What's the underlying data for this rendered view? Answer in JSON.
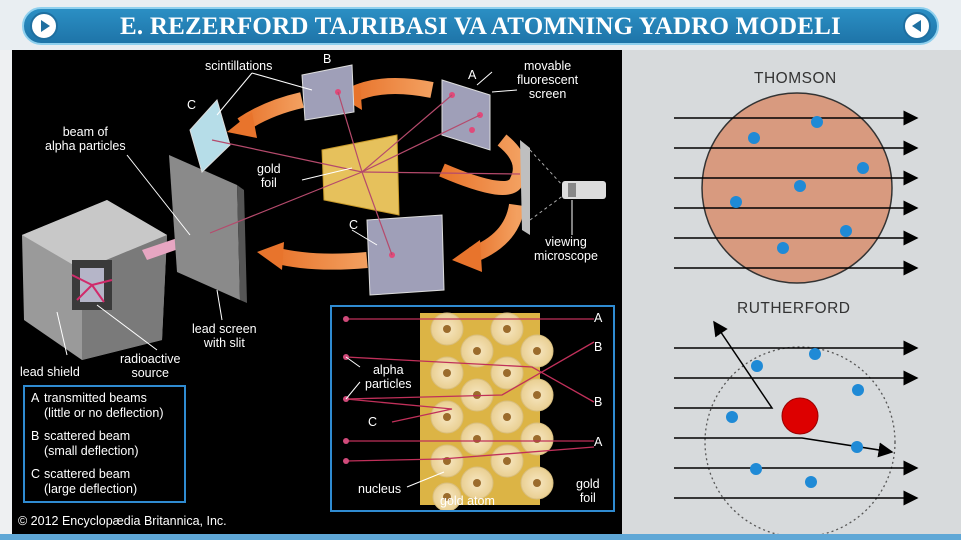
{
  "banner": {
    "title": "E. REZERFORD TAJRIBASI VA ATOMNING YADRO MODELI"
  },
  "nav": {
    "prev": "previous-slide",
    "next": "next-slide"
  },
  "figure": {
    "labels": {
      "scintillations": "scintillations",
      "screen_b": "B",
      "screen_a": "A",
      "screen_c_top": "C",
      "movable_screen": "movable\nfluorescent\nscreen",
      "beam": "beam of\nalpha particles",
      "gold_foil": "gold\nfoil",
      "screen_c_bottom": "C",
      "viewing_microscope": "viewing\nmicroscope",
      "lead_screen": "lead screen\nwith slit",
      "lead_shield": "lead shield",
      "radioactive_source": "radioactive\nsource"
    },
    "legend": [
      {
        "key": "A",
        "text": "transmitted beams\n(little or no deflection)"
      },
      {
        "key": "B",
        "text": "scattered beam\n(small deflection)"
      },
      {
        "key": "C",
        "text": "scattered beam\n(large deflection)"
      }
    ],
    "inset": {
      "alpha_particles": "alpha\nparticles",
      "nucleus": "nucleus",
      "gold_atom": "gold atom",
      "gold_foil": "gold\nfoil",
      "label_a1": "A",
      "label_b1": "B",
      "label_b2": "B",
      "label_a2": "A",
      "label_c": "C"
    },
    "credit": "© 2012 Encyclopædia Britannica, Inc."
  },
  "diagrams": {
    "thomson_title": "THOMSON",
    "rutherford_title": "RUTHERFORD"
  },
  "colors": {
    "banner": "#1e74a8",
    "accent": "#2f8bd1",
    "thomson_atom": "#d89a7f",
    "nucleus": "#dd0000",
    "electron": "#1f8ad6"
  }
}
